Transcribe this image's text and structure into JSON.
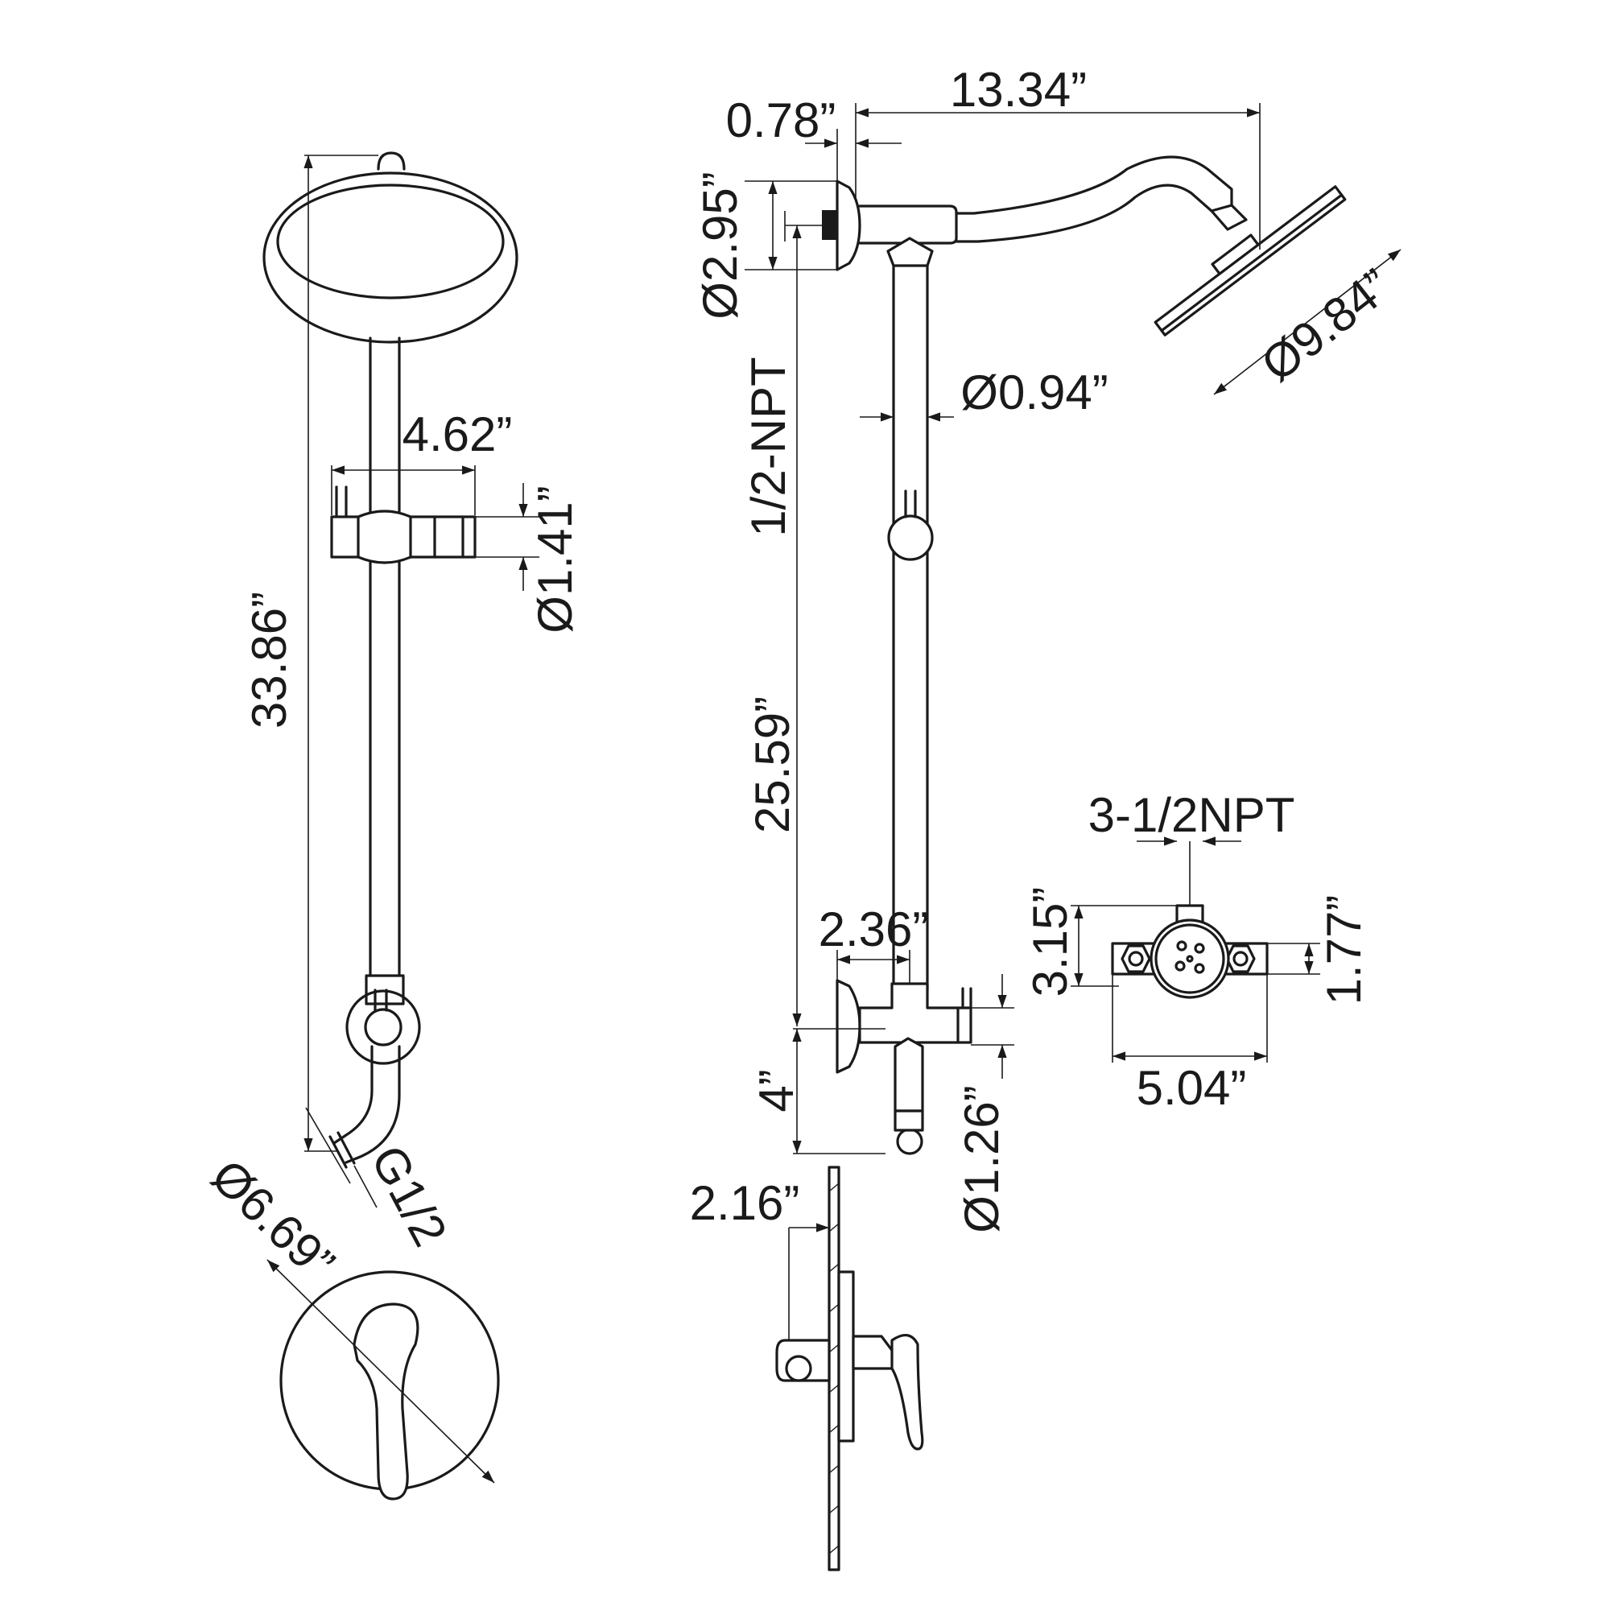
{
  "dimensions": {
    "side_height": "33.86”",
    "holder_width": "4.62”",
    "holder_diameter": "Ø1.41”",
    "outlet_thread": "G1/2",
    "trim_plate_diameter": "Ø6.69”",
    "arm_length": "13.34”",
    "flange_depth": "0.78”",
    "flange_diameter": "Ø2.95”",
    "inlet_thread": "1/2-NPT",
    "pipe_diameter": "Ø0.94”",
    "head_diameter": "Ø9.84”",
    "riser_length": "25.59”",
    "diverter_offset": "2.36”",
    "spout_height": "4”",
    "diverter_diameter": "Ø1.26”",
    "wall_offset": "2.16”",
    "valve_thread": "3-1/2NPT",
    "valve_height": "3.15”",
    "valve_body_height": "1.77”",
    "valve_width": "5.04”"
  },
  "colors": {
    "line": "#1a1a1a",
    "background": "#ffffff"
  }
}
